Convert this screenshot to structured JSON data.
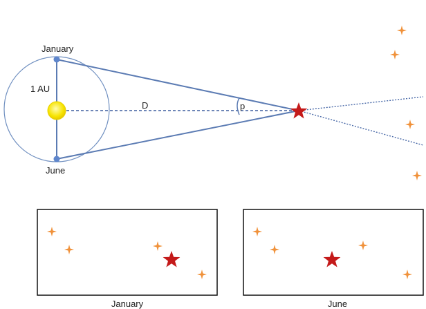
{
  "labels": {
    "january": "January",
    "june": "June",
    "au": "1 AU",
    "distance": "D",
    "parallax": "p"
  },
  "panels": {
    "january_caption": "January",
    "june_caption": "June"
  },
  "colors": {
    "orbit": "#6f8fc0",
    "sight_line": "#5b7bb3",
    "dashed": "#3f5f9f",
    "earth": "#5f86cc",
    "sun": "#f7e400",
    "target_star": "#c41a1a",
    "background_star": "#f0913a",
    "panel_border": "#111111"
  },
  "icons": {
    "sun": "sun-icon",
    "earth": "earth-icon",
    "target_star": "star-icon",
    "background_star": "sparkle-icon"
  }
}
